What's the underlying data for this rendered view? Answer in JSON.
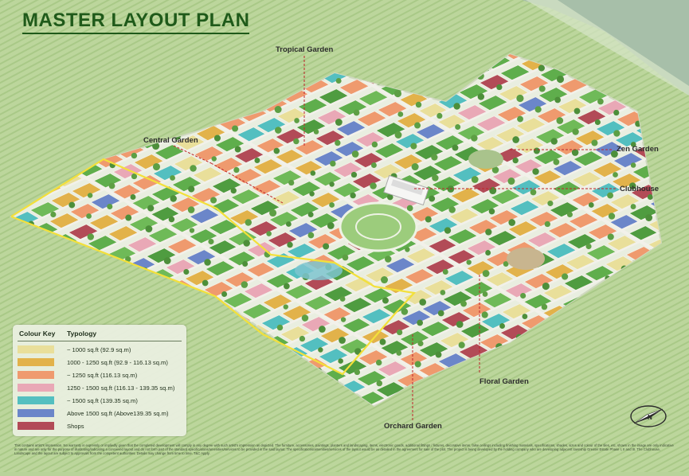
{
  "title": "MASTER LAYOUT PLAN",
  "callouts": {
    "tropical_garden": "Tropical Garden",
    "central_garden": "Central Garden",
    "zen_garden": "Zen Garden",
    "clubhouse": "Clubhouse",
    "floral_garden": "Floral Garden",
    "orchard_garden": "Orchard Garden"
  },
  "legend": {
    "header_key": "Colour Key",
    "header_typology": "Typology",
    "rows": [
      {
        "color": "#e9df9a",
        "label": "~ 1000 sq.ft (92.9 sq.m)"
      },
      {
        "color": "#e2b24a",
        "label": "1000 - 1250 sq.ft (92.9 - 116.13 sq.m)"
      },
      {
        "color": "#ef9a6e",
        "label": "~ 1250 sq.ft (116.13 sq.m)"
      },
      {
        "color": "#e9a8b6",
        "label": "1250 - 1500 sq.ft (116.13 - 139.35 sq.m)"
      },
      {
        "color": "#53bfc0",
        "label": "~ 1500 sq.ft (139.35 sq.m)"
      },
      {
        "color": "#6b86c9",
        "label": "Above 1500 sq.ft (Above139.35 sq.m)"
      },
      {
        "color": "#b24b57",
        "label": "Shops"
      }
    ]
  },
  "disclaimer": "This contains artist's impression. No warranty is expressly or impliedly given that the completed development will comply in any degree with such artist's impression as depicted. The furniture, accessories, paintings, planters and landscaping, items, electronic goods, additional fittings / fixtures, decorative items, false ceilings including finishing materials, specifications, shades, sizes and colour of the tiles, etc, shown in the image are only indicative in nature and are only for the purpose of illustrating/indicating a conceived layout and do not form part of the standard specifications/amenities/services to be provided in the said layout. The specifications/amenities/services of the layout would be as detailed in the agreement for sale of the plot. The project is being developed by the holding company who are developing adjacent township Greater Estate Phase I, II and III. The Clubhouse, Landscape and the layout are subject to approvals from the competent authorities. Details may change from time to time. T&C Apply.",
  "colors": {
    "background": "#b9d39a",
    "river": "#9fb8a4",
    "road": "#f2f1ea",
    "tree": "#4d8f3a",
    "phase_boundary": "#f3e03a",
    "callout_line": "#c0232a"
  },
  "icons": [
    "compass-icon"
  ]
}
